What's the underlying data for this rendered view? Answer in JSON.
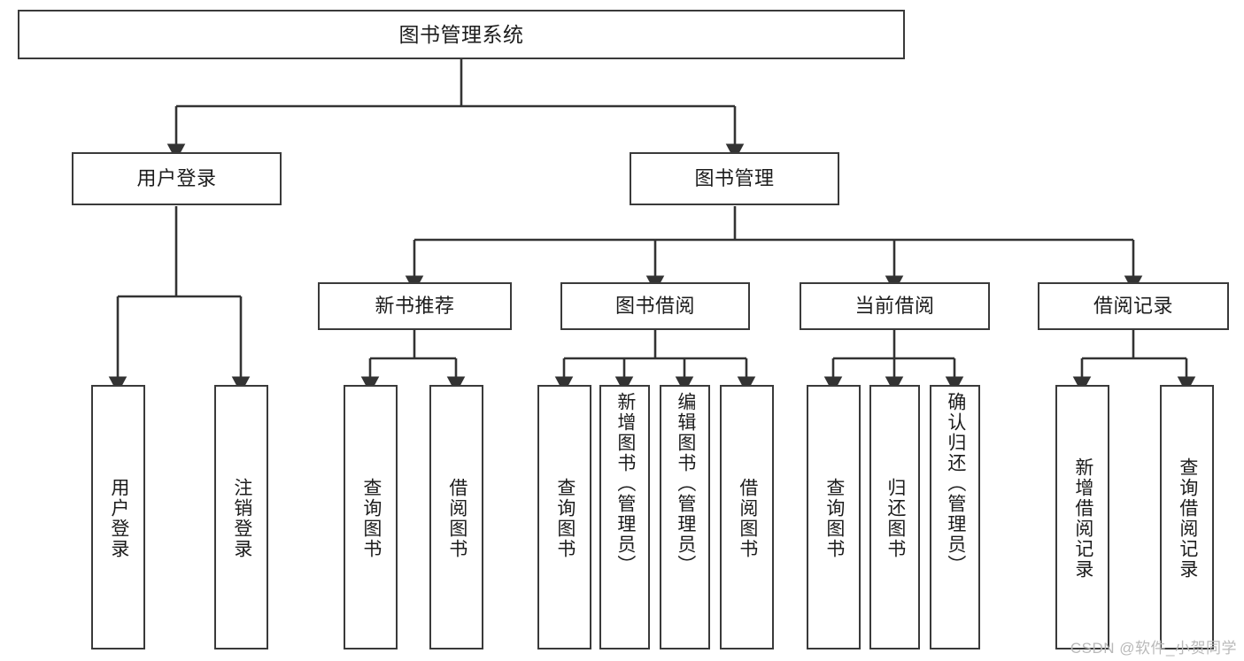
{
  "diagram": {
    "title": "图书管理系统",
    "type": "functional-structure-tree",
    "watermark": "CSDN @软件_小贺同学",
    "colors": {
      "box_border": "#3a3a3a",
      "box_fill": "#ffffff",
      "connector": "#333333",
      "text": "#1c1c1c",
      "watermark": "#b9b9b9",
      "background": "#ffffff"
    },
    "root": {
      "label": "图书管理系统"
    },
    "level1": [
      {
        "label": "用户登录"
      },
      {
        "label": "图书管理"
      }
    ],
    "level2": [
      {
        "label": "新书推荐"
      },
      {
        "label": "图书借阅"
      },
      {
        "label": "当前借阅"
      },
      {
        "label": "借阅记录"
      }
    ],
    "leaves": {
      "user_login": [
        {
          "label": "用户登录"
        },
        {
          "label": "注销登录"
        }
      ],
      "new_book_recommend": [
        {
          "label": "查询图书"
        },
        {
          "label": "借阅图书"
        }
      ],
      "book_borrow": [
        {
          "label": "查询图书"
        },
        {
          "label": "新增图书（管理员）"
        },
        {
          "label": "编辑图书（管理员）"
        },
        {
          "label": "借阅图书"
        }
      ],
      "current_borrow": [
        {
          "label": "查询图书"
        },
        {
          "label": "归还图书"
        },
        {
          "label": "确认归还（管理员）"
        }
      ],
      "borrow_record": [
        {
          "label": "新增借阅记录"
        },
        {
          "label": "查询借阅记录"
        }
      ]
    }
  }
}
